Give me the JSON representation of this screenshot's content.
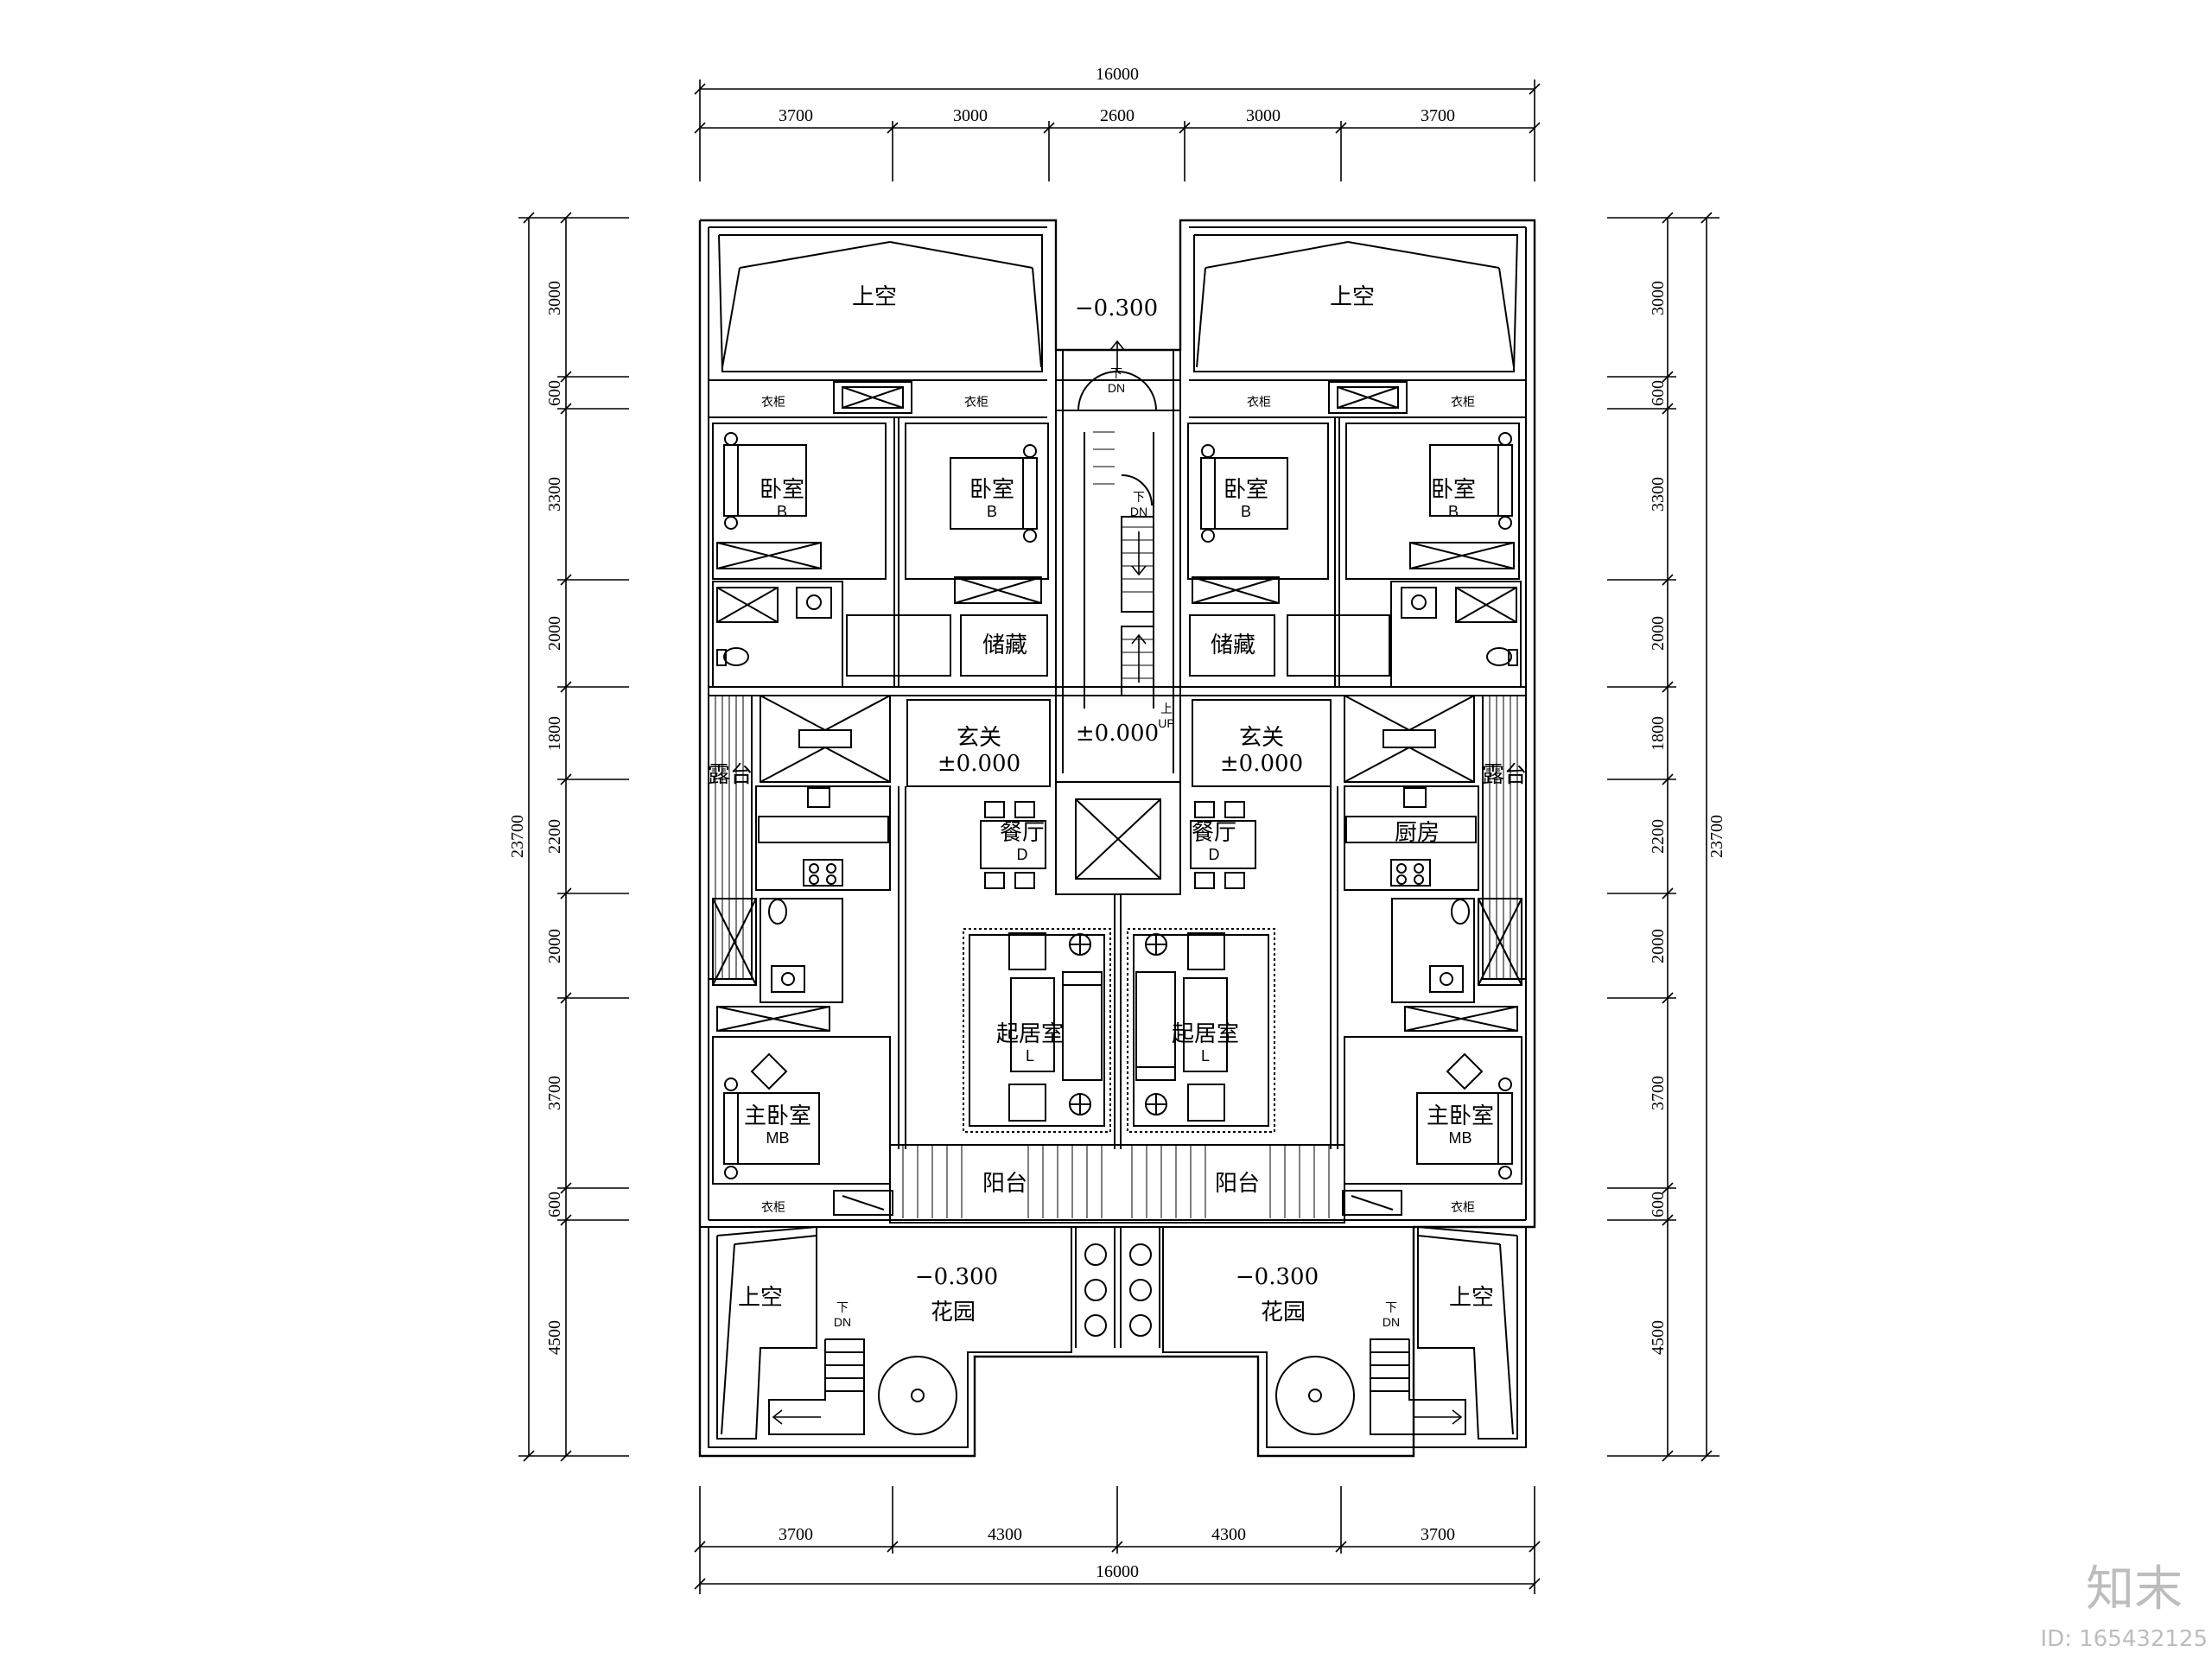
{
  "dimensions": {
    "top_total": "16000",
    "top_segments": [
      "3700",
      "3000",
      "2600",
      "3000",
      "3700"
    ],
    "bottom_segments": [
      "3700",
      "4300",
      "4300",
      "3700"
    ],
    "bottom_total": "16000",
    "vertical_total": "23700",
    "vertical_segments": [
      "3000",
      "600",
      "3300",
      "2000",
      "1800",
      "2200",
      "2000",
      "3700",
      "600",
      "4500"
    ]
  },
  "rooms": {
    "void": "上空",
    "bedroom": "卧室",
    "bedroom_code": "B",
    "master_bedroom": "主卧室",
    "master_code": "MB",
    "storage": "储藏",
    "foyer": "玄关",
    "dining": "餐厅",
    "dining_code": "D",
    "living": "起居室",
    "living_code": "L",
    "kitchen": "厨房",
    "terrace": "露台",
    "balcony": "阳台",
    "garden": "花园"
  },
  "levels": {
    "minus": "−0.300",
    "zero": "±0.000",
    "zero_small": "±0.000"
  },
  "stair": {
    "down_cn": "下",
    "down_en": "DN",
    "up_cn": "上",
    "up_en": "UP"
  },
  "wardrobe": "衣柜",
  "watermark": {
    "logo": "知末",
    "id": "ID: 165432125"
  }
}
